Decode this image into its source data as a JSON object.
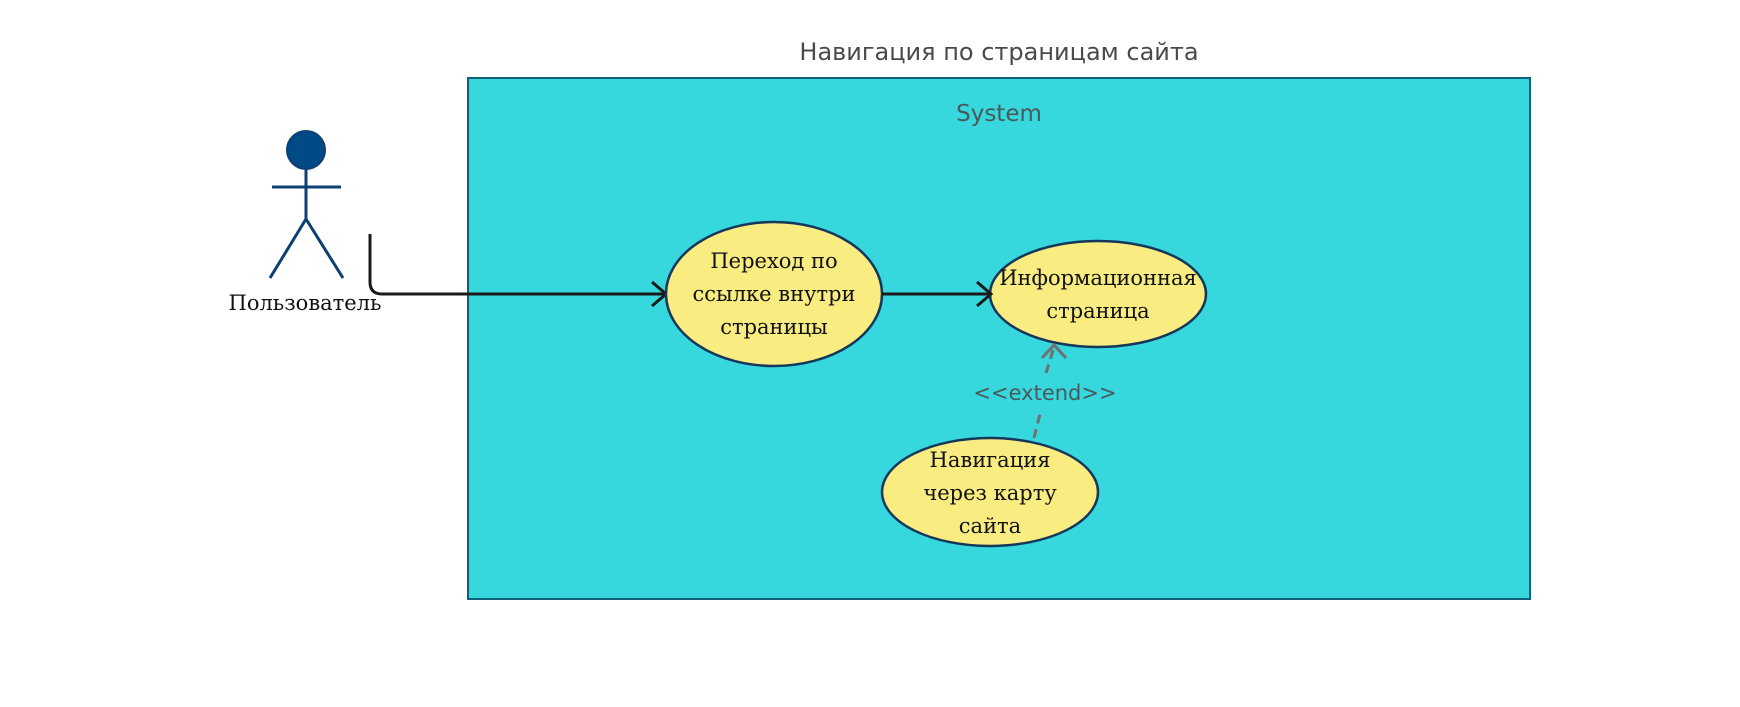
{
  "diagram": {
    "title": "Навигация по страницам сайта",
    "system": {
      "label": "System"
    },
    "actor": {
      "label": "Пользователь"
    },
    "use_cases": [
      {
        "id": "follow-link",
        "label": "Переход по ссылке внутри страницы"
      },
      {
        "id": "info-page",
        "label": "Информационная страница"
      },
      {
        "id": "sitemap-nav",
        "label": "Навигация через карту сайта"
      }
    ],
    "relations": {
      "extend_label": "<<extend>>"
    }
  },
  "colors": {
    "background": "#ffffff",
    "system_fill": "#36d7dd",
    "system_border": "#0e5f78",
    "use_case_fill": "#f9ed82",
    "use_case_border": "#14375a",
    "actor_color": "#0e3f74",
    "arrow_color": "#1a1a1a",
    "extend_color": "#707070"
  }
}
